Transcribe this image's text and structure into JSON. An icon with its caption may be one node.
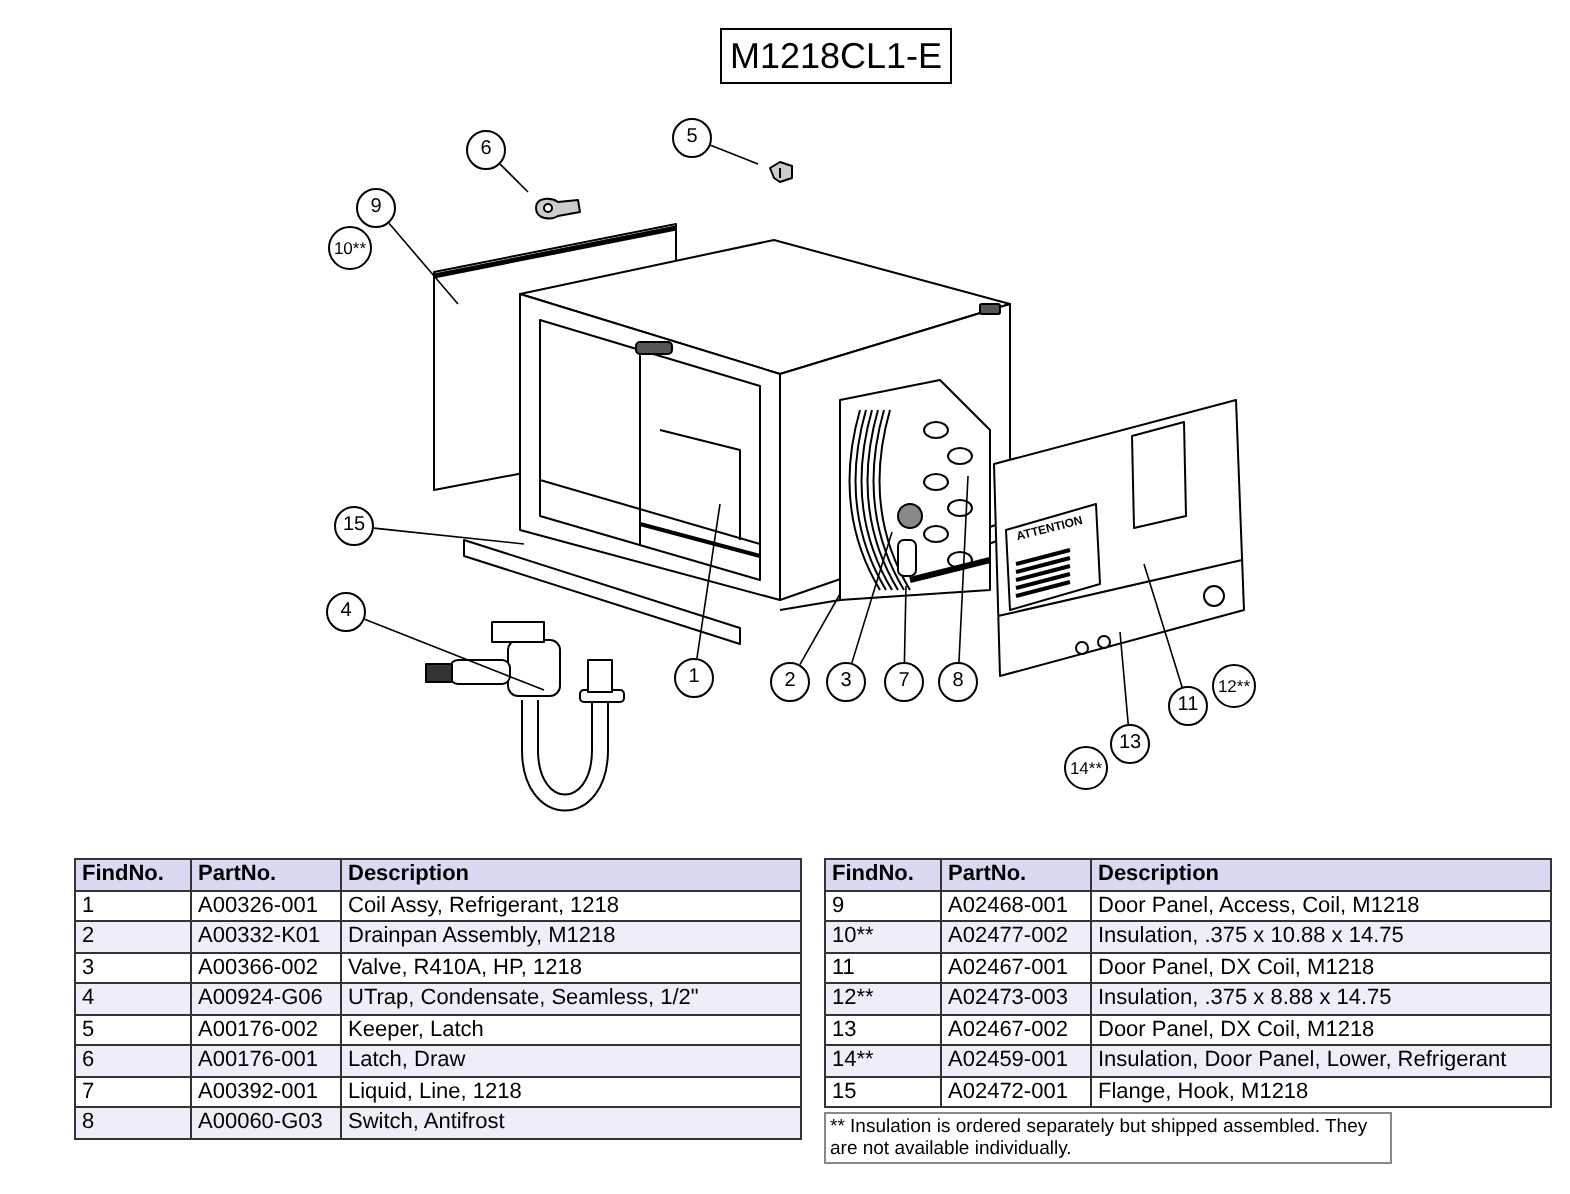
{
  "diagram": {
    "title": "M1218CL1-E",
    "nodes": [
      {
        "text": [
          "5"
        ]
      },
      {
        "text": [
          "6"
        ]
      },
      {
        "text": [
          "9"
        ]
      },
      {
        "text": [
          "10**"
        ]
      },
      {
        "text": [
          "15"
        ]
      },
      {
        "text": [
          "4"
        ]
      },
      {
        "text": [
          "1"
        ]
      },
      {
        "text": [
          "2"
        ]
      },
      {
        "text": [
          "3"
        ]
      },
      {
        "text": [
          "7"
        ]
      },
      {
        "text": [
          "8"
        ]
      },
      {
        "text": [
          "12**"
        ]
      },
      {
        "text": [
          "11"
        ]
      },
      {
        "text": [
          "13"
        ]
      },
      {
        "text": [
          "14**"
        ]
      }
    ],
    "edges": [
      {
        "from": 0,
        "to": null,
        "arrow": "none"
      },
      {
        "from": 1,
        "to": null,
        "arrow": "none"
      },
      {
        "from": 2,
        "to": null,
        "arrow": "none"
      },
      {
        "from": 4,
        "to": null,
        "arrow": "none"
      },
      {
        "from": 5,
        "to": null,
        "arrow": "none"
      },
      {
        "from": 6,
        "to": null,
        "arrow": "none"
      },
      {
        "from": 7,
        "to": null,
        "arrow": "none"
      },
      {
        "from": 8,
        "to": null,
        "arrow": "none"
      },
      {
        "from": 9,
        "to": null,
        "arrow": "none"
      },
      {
        "from": 10,
        "to": null,
        "arrow": "none"
      },
      {
        "from": 12,
        "to": null,
        "arrow": "none"
      },
      {
        "from": 13,
        "to": null,
        "arrow": "none"
      }
    ],
    "labels": [
      "ATTENTION",
      "FindNo.",
      "PartNo.",
      "Description",
      "1",
      "A00326-001",
      "Coil Assy, Refrigerant, 1218",
      "2",
      "A00332-K01",
      "Drainpan Assembly, M1218",
      "3",
      "A00366-002",
      "Valve, R410A, HP, 1218",
      "4",
      "A00924-G06",
      "UTrap, Condensate, Seamless, 1/2\"",
      "5",
      "A00176-002",
      "Keeper, Latch",
      "6",
      "A00176-001",
      "Latch, Draw",
      "7",
      "A00392-001",
      "Liquid, Line, 1218",
      "8",
      "A00060-G03",
      "Switch, Antifrost",
      "FindNo.",
      "PartNo.",
      "Description",
      "9",
      "A02468-001",
      "Door Panel, Access, Coil, M1218",
      "10**",
      "A02477-002",
      "Insulation, .375 x 10.88 x 14.75",
      "11",
      "A02467-001",
      "Door Panel, DX Coil, M1218",
      "12**",
      "A02473-003",
      "Insulation, .375 x 8.88 x 14.75",
      "13",
      "A02467-002",
      "Door Panel, DX Coil, M1218",
      "14**",
      "A02459-001",
      "Insulation, Door Panel, Lower, Refrigerant",
      "15",
      "A02472-001",
      "Flange, Hook, M1218",
      "** Insulation is ordered separately but shipped assembled. They are not available individually."
    ]
  }
}
